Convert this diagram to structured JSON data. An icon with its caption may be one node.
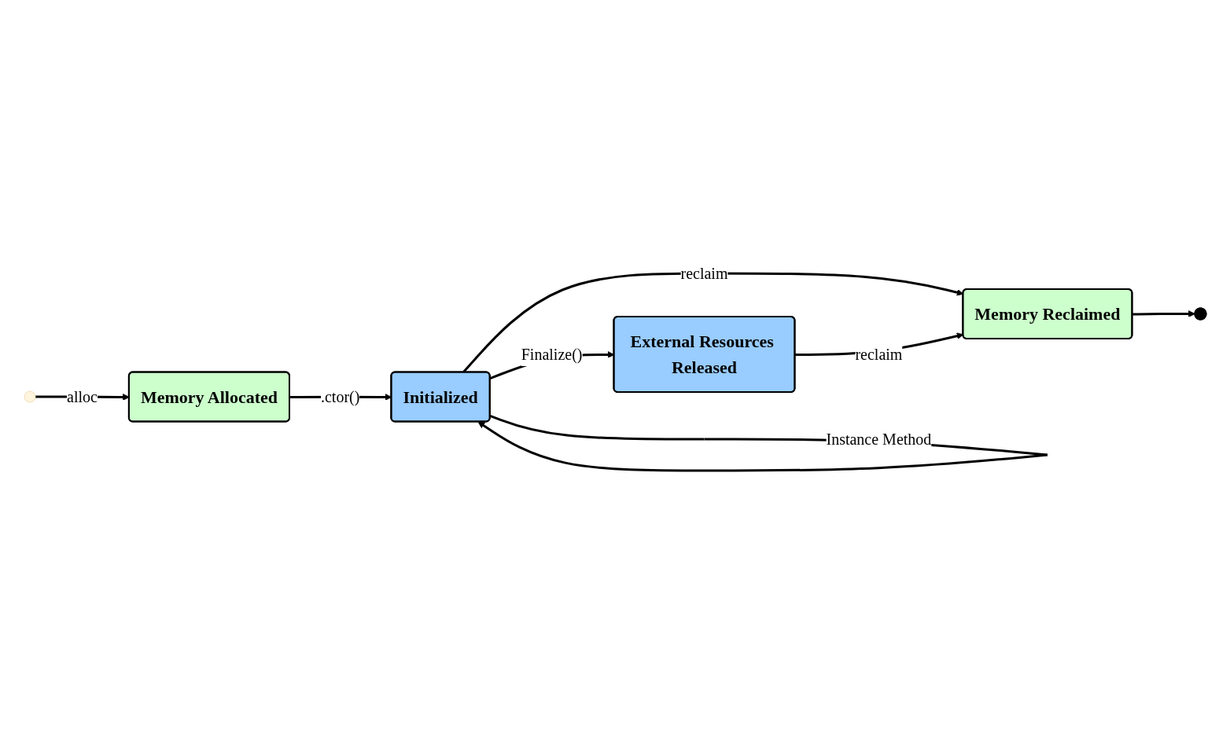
{
  "diagram": {
    "nodes": [
      {
        "text": [],
        "shape": "circle"
      },
      {
        "text": [
          "Memory Allocated"
        ]
      },
      {
        "text": [
          "Initialized"
        ]
      },
      {
        "text": [
          "External Resources Released"
        ]
      },
      {
        "text": [
          "Memory Reclaimed"
        ]
      },
      {
        "text": [],
        "shape": "circle"
      }
    ],
    "edges": [
      {
        "from": 0,
        "to": 1,
        "arrow": "to",
        "label": "alloc"
      },
      {
        "from": 1,
        "to": 2,
        "arrow": "to",
        "label": ".ctor()"
      },
      {
        "from": 2,
        "to": 2,
        "arrow": "to",
        "label": "Instance Method"
      },
      {
        "from": 2,
        "to": 4,
        "arrow": "to",
        "label": "reclaim"
      },
      {
        "from": 2,
        "to": 3,
        "arrow": "to",
        "label": "Finalize()"
      },
      {
        "from": 3,
        "to": 4,
        "arrow": "to",
        "label": "reclaim"
      },
      {
        "from": 4,
        "to": 5,
        "arrow": "to"
      }
    ]
  }
}
